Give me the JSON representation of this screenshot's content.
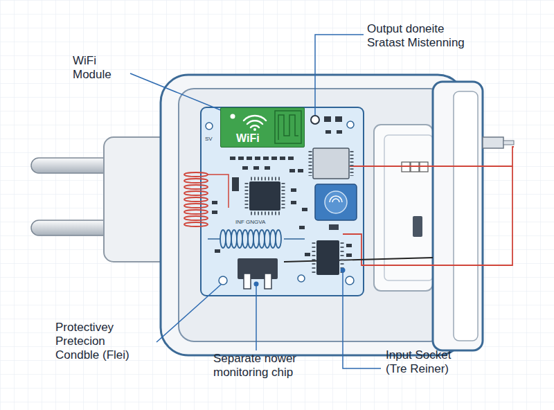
{
  "diagram": {
    "nodes": [
      {
        "text": [
          "WiFi"
        ]
      }
    ],
    "labels": [
      "WiFi Module",
      "Output doneite Sratast Mistenning",
      "Protectivey Pretecion Condble (Flei)",
      "Separate nower monitoring chip",
      "Input Socket (Tre Reiner)",
      "INF GNGVA",
      "SV"
    ]
  }
}
